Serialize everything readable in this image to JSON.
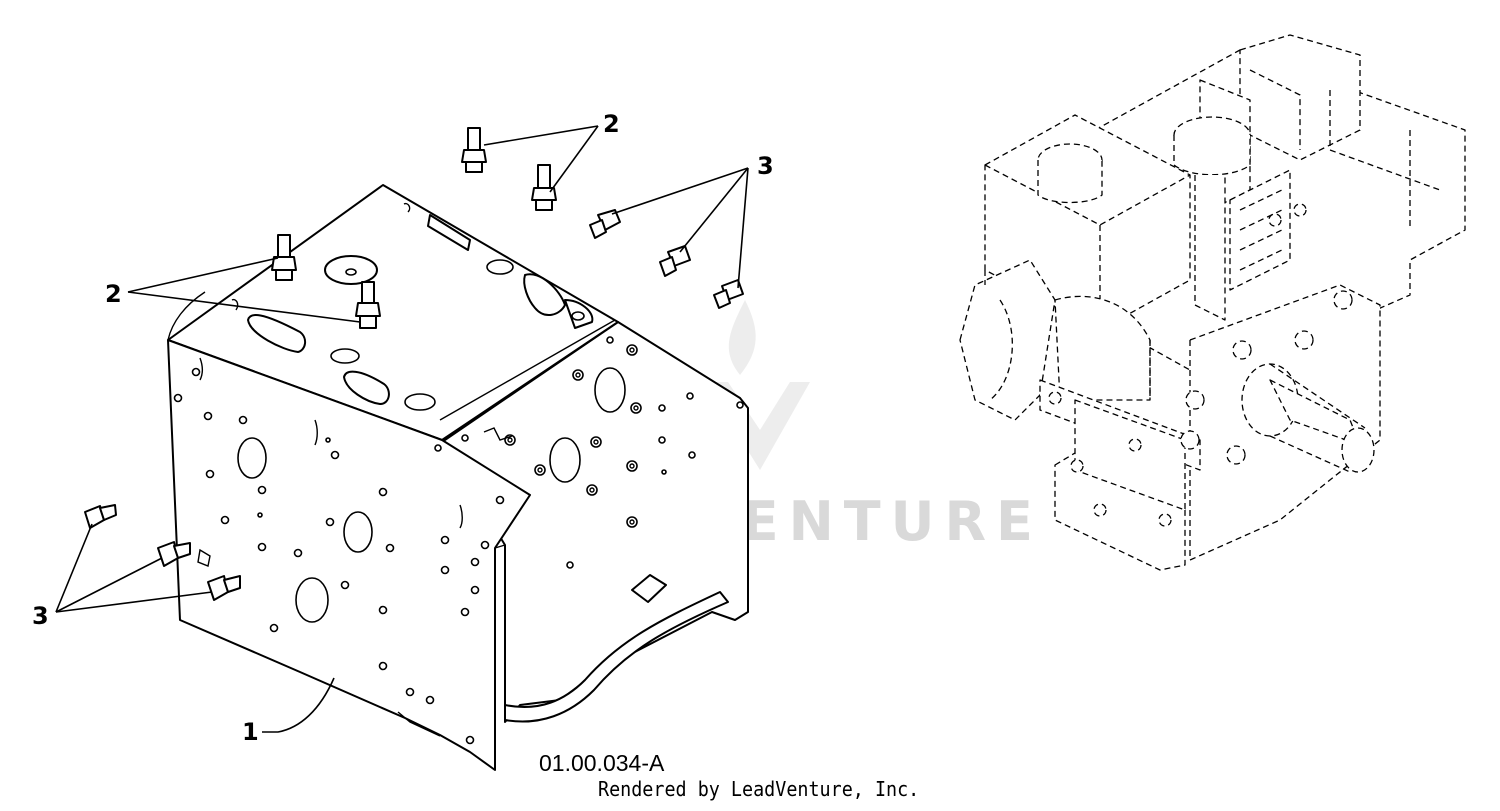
{
  "callouts": {
    "c1": "1",
    "c2_top": "2",
    "c2_left": "2",
    "c3_top": "3",
    "c3_left": "3"
  },
  "watermark": "LEADVENTURE",
  "diagram_code": "01.00.034-A",
  "credit": "Rendered by LeadVenture, Inc."
}
